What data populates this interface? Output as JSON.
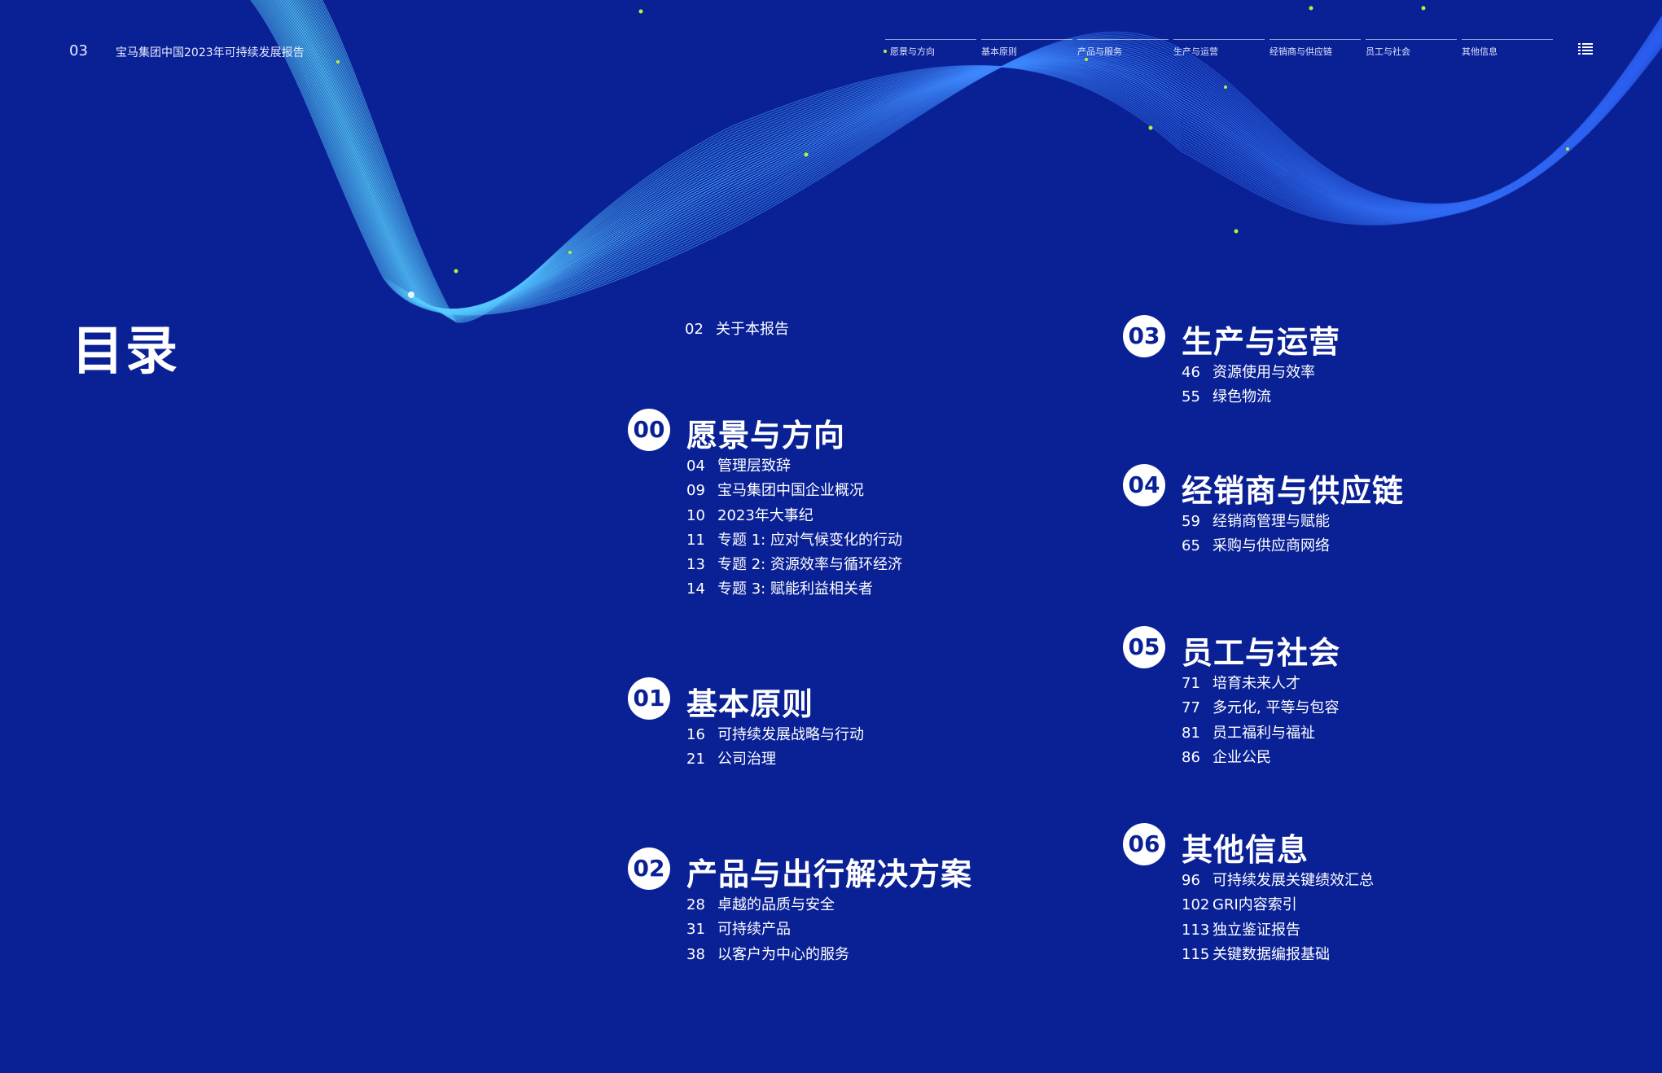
{
  "header": {
    "page_number": "03",
    "report_title": "宝马集团中国2023年可持续发展报告"
  },
  "nav": [
    {
      "label": "愿景与方向",
      "active": true
    },
    {
      "label": "基本原则",
      "active": false
    },
    {
      "label": "产品与服务",
      "active": false
    },
    {
      "label": "生产与运营",
      "active": false
    },
    {
      "label": "经销商与供应链",
      "active": false
    },
    {
      "label": "员工与社会",
      "active": false
    },
    {
      "label": "其他信息",
      "active": false
    }
  ],
  "menu_icon": "list-menu-icon",
  "toc_title": "目录",
  "about": {
    "page": "02",
    "label": "关于本报告"
  },
  "sections": [
    {
      "num": "00",
      "title": "愿景与方向",
      "items": [
        {
          "page": "04",
          "label": "管理层致辞"
        },
        {
          "page": "09",
          "label": "宝马集团中国企业概况"
        },
        {
          "page": "10",
          "label": "2023年大事纪"
        },
        {
          "page": "11",
          "label": "专题 1: 应对气候变化的行动"
        },
        {
          "page": "13",
          "label": "专题 2: 资源效率与循环经济"
        },
        {
          "page": "14",
          "label": "专题 3: 赋能利益相关者"
        }
      ]
    },
    {
      "num": "01",
      "title": "基本原则",
      "items": [
        {
          "page": "16",
          "label": "可持续发展战略与行动"
        },
        {
          "page": "21",
          "label": "公司治理"
        }
      ]
    },
    {
      "num": "02",
      "title": "产品与出行解决方案",
      "items": [
        {
          "page": "28",
          "label": "卓越的品质与安全"
        },
        {
          "page": "31",
          "label": "可持续产品"
        },
        {
          "page": "38",
          "label": "以客户为中心的服务"
        }
      ]
    },
    {
      "num": "03",
      "title": "生产与运营",
      "items": [
        {
          "page": "46",
          "label": "资源使用与效率"
        },
        {
          "page": "55",
          "label": "绿色物流"
        }
      ]
    },
    {
      "num": "04",
      "title": "经销商与供应链",
      "items": [
        {
          "page": "59",
          "label": "经销商管理与赋能"
        },
        {
          "page": "65",
          "label": "采购与供应商网络"
        }
      ]
    },
    {
      "num": "05",
      "title": "员工与社会",
      "items": [
        {
          "page": "71",
          "label": "培育未来人才"
        },
        {
          "page": "77",
          "label": "多元化, 平等与包容"
        },
        {
          "page": "81",
          "label": "员工福利与福祉"
        },
        {
          "page": "86",
          "label": "企业公民"
        }
      ]
    },
    {
      "num": "06",
      "title": "其他信息",
      "items": [
        {
          "page": "96",
          "label": "可持续发展关键绩效汇总"
        },
        {
          "page": "102",
          "label": "GRI内容索引"
        },
        {
          "page": "113",
          "label": "独立鉴证报告"
        },
        {
          "page": "115",
          "label": "关键数据编报基础"
        }
      ]
    }
  ],
  "colors": {
    "background": "#0a2196",
    "wave_light": "#5ee0ff",
    "wave_dark": "#2a5cf0",
    "accent_dot": "#b8f03a"
  }
}
